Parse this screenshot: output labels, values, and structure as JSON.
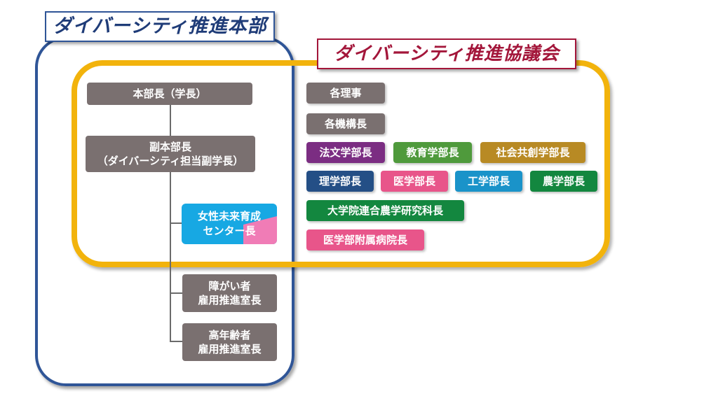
{
  "headquarters": {
    "title": "ダイバーシティ推進本部",
    "head": "本部長（学長）",
    "deputy_line1": "副本部長",
    "deputy_line2": "（ダイバーシティ担当副学長）",
    "women_center_line1": "女性未来育成",
    "women_center_line2": "センター長",
    "disability_line1": "障がい者",
    "disability_line2": "雇用推進室長",
    "elderly_line1": "高年齢者",
    "elderly_line2": "雇用推進室長"
  },
  "council": {
    "title": "ダイバーシティ推進協議会",
    "members": [
      {
        "label": "各理事",
        "color": "#7a7070"
      },
      {
        "label": "各機構長",
        "color": "#7a7070"
      },
      {
        "label": "法文学部長",
        "color": "#7b2d82"
      },
      {
        "label": "教育学部長",
        "color": "#4f9a3c"
      },
      {
        "label": "社会共創学部長",
        "color": "#b88a24"
      },
      {
        "label": "理学部長",
        "color": "#244f86"
      },
      {
        "label": "医学部長",
        "color": "#e8558a"
      },
      {
        "label": "工学部長",
        "color": "#1a93c9"
      },
      {
        "label": "農学部長",
        "color": "#13873f"
      },
      {
        "label": "大学院連合農学研究科長",
        "color": "#13873f"
      },
      {
        "label": "医学部附属病院長",
        "color": "#e8558a"
      }
    ]
  },
  "colors": {
    "headquarters_frame": "#2f5597",
    "council_frame": "#f2b30c",
    "council_title": "#a3163a",
    "women_center": "#17a8e3",
    "women_accent": "#f07cb6"
  }
}
